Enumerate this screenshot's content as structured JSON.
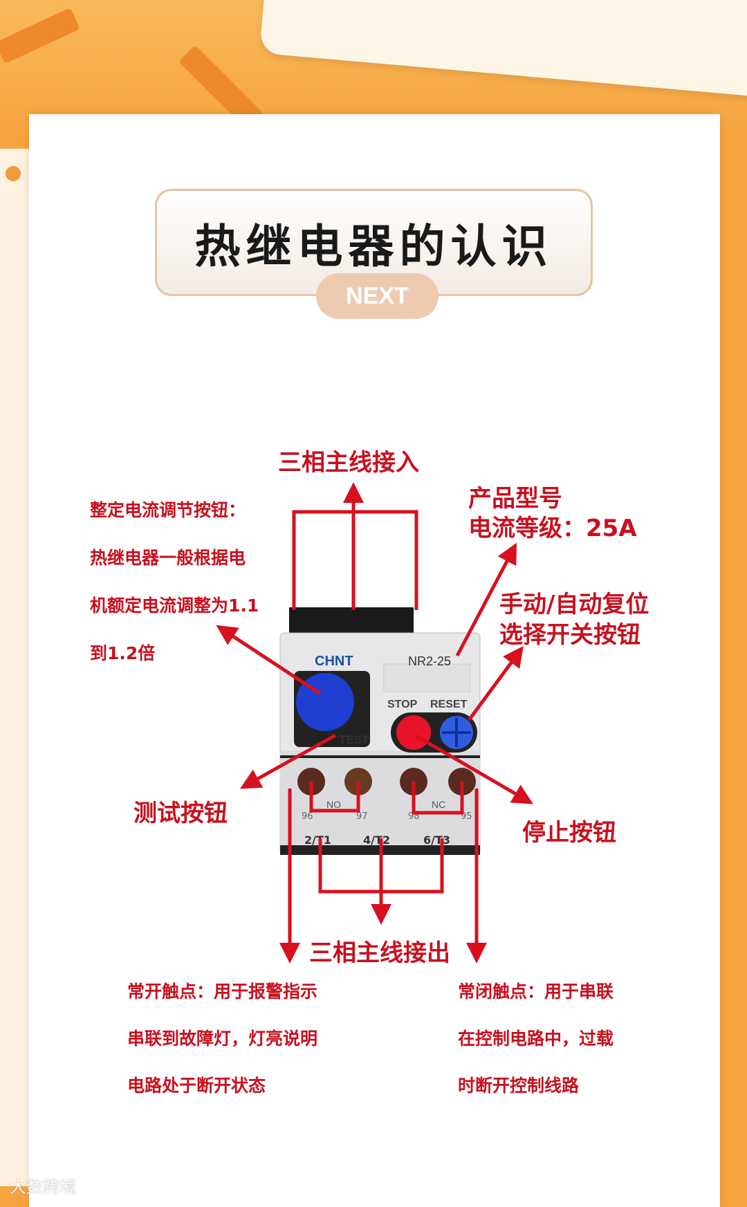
{
  "title": "热继电器的认识",
  "next_label": "NEXT",
  "labels": {
    "input": "三相主线接入",
    "output": "三相主线接出",
    "setting": [
      "整定电流调节按钮：",
      "热继电器一般根据电",
      "机额定电流调整为1.1",
      "到1.2倍"
    ],
    "model": [
      "产品型号",
      "电流等级：25A"
    ],
    "reset": [
      "手动/自动复位",
      "选择开关按钮"
    ],
    "test": "测试按钮",
    "stop": "停止按钮",
    "no_contact": [
      "常开触点：用于报警指示",
      "串联到故障灯，灯亮说明",
      "电路处于断开状态"
    ],
    "nc_contact": [
      "常闭触点：用于串联",
      "在控制电路中，过载",
      "时断开控制线路"
    ]
  },
  "device": {
    "brand": "CHNT",
    "model": "NR2-25",
    "stop": "STOP",
    "reset": "RESET",
    "test": "TEST",
    "no": "NO",
    "nc": "NC",
    "pins": [
      "96",
      "97",
      "98",
      "95"
    ],
    "terminals": [
      "2/T1",
      "4/T2",
      "6/T3"
    ]
  },
  "watermark": "大数跨境",
  "colors": {
    "background": "#f6a43f",
    "annotation": "#c8101e",
    "dial": "#1f3fd0",
    "stop_button": "#e8142a"
  }
}
